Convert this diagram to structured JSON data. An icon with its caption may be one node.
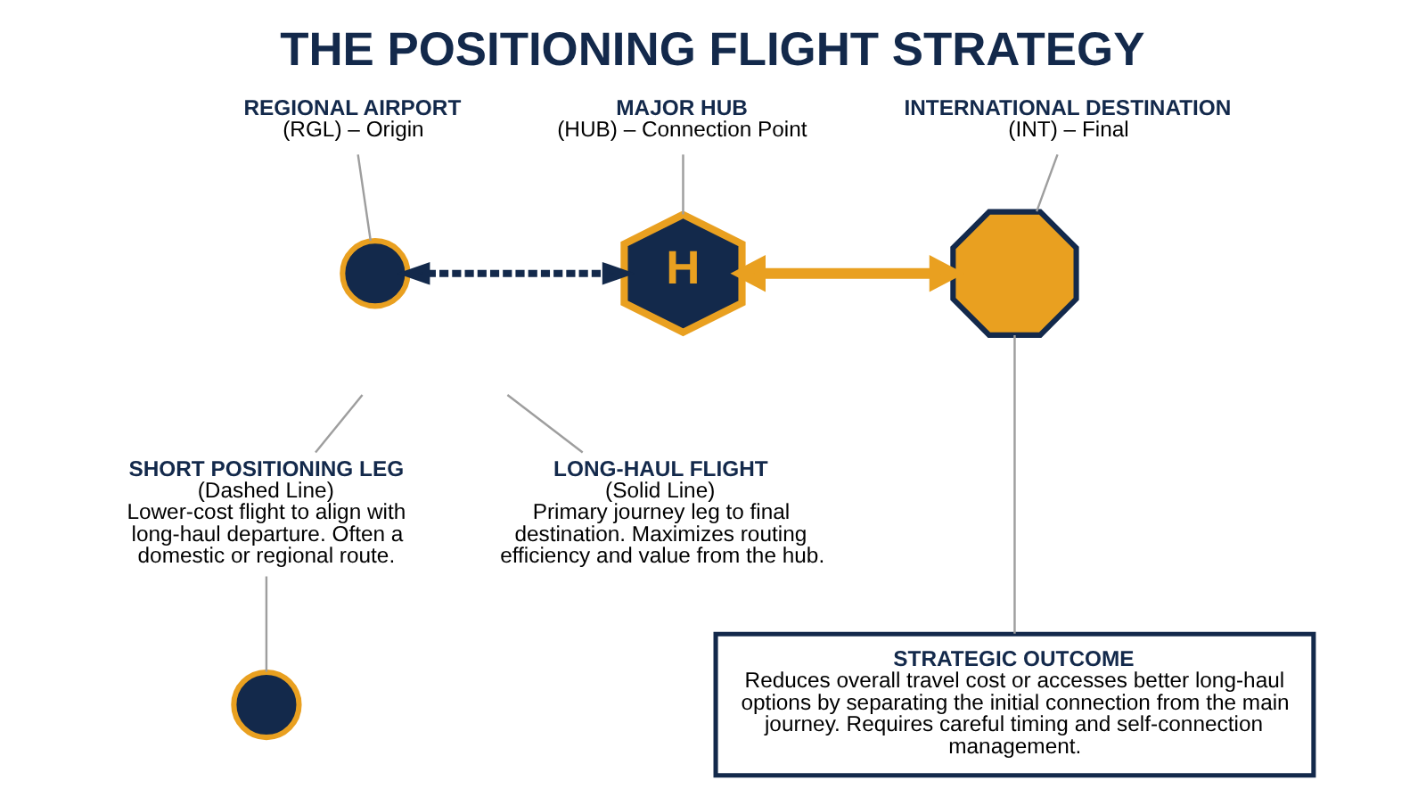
{
  "diagram": {
    "title": "THE POSITIONING FLIGHT STRATEGY",
    "nodes": [
      {
        "text": [
          "REGIONAL AIRPORT",
          "(RGL) – Origin"
        ]
      },
      {
        "text": [],
        "shape": "circle"
      },
      {
        "text": [
          "MAJOR HUB",
          "(HUB) – Connection Point"
        ]
      },
      {
        "text": [
          "H"
        ]
      },
      {
        "text": [
          "INTERNATIONAL DESTINATION",
          "(INT) – Final"
        ]
      },
      {
        "text": [],
        "shape": "octagon"
      },
      {
        "text": [
          "SHORT POSITIONING LEG",
          "(Dashed Line)",
          "Lower-cost flight to align with long-haul departure. Often a domestic or regional route."
        ]
      },
      {
        "text": [
          "LONG-HAUL FLIGHT",
          "(Solid Line)",
          "Primary journey leg to final destination. Maximizes routing efficiency and value from the hub."
        ]
      },
      {
        "text": [],
        "shape": "circle"
      },
      {
        "text": [
          "STRATEGIC OUTCOME",
          "Reduces overall travel cost or accesses better long-haul options by separating the initial connection from the main journey. Requires careful timing and self-connection management."
        ]
      }
    ],
    "edges": [
      {
        "from": 0,
        "to": 1,
        "arrow": "none",
        "color": "#9e9e9e"
      },
      {
        "from": 2,
        "to": 3,
        "arrow": "none",
        "color": "#9e9e9e"
      },
      {
        "from": 4,
        "to": 5,
        "arrow": "none",
        "color": "#9e9e9e"
      },
      {
        "from": 1,
        "to": 3,
        "arrow": "both",
        "style": "dashed",
        "color": "#13294b"
      },
      {
        "from": 3,
        "to": 5,
        "arrow": "both",
        "style": "thick",
        "color": "#e9a020"
      },
      {
        "from": 6,
        "to": null,
        "arrow": "none",
        "color": "#9e9e9e"
      },
      {
        "from": 7,
        "to": null,
        "arrow": "none",
        "color": "#9e9e9e"
      },
      {
        "from": 6,
        "to": 8,
        "arrow": "none",
        "color": "#9e9e9e"
      },
      {
        "from": 5,
        "to": 9,
        "arrow": "none",
        "color": "#9e9e9e"
      }
    ]
  }
}
